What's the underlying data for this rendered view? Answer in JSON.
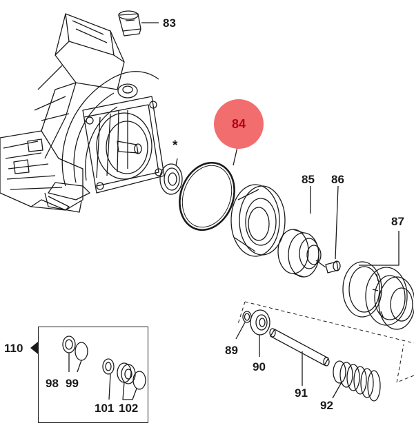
{
  "diagram": {
    "highlight_color": "#f26d6d",
    "highlight_text_color": "#b3001b",
    "line_color": "#1a1a1a",
    "highlighted_part": "84",
    "labels": {
      "l83": "83",
      "l84": "84",
      "l85": "85",
      "l86": "86",
      "l87": "87",
      "l89": "89",
      "l90": "90",
      "l91": "91",
      "l92": "92",
      "l110": "110",
      "l98": "98",
      "l99": "99",
      "l101": "101",
      "l102": "102",
      "star": "*"
    }
  }
}
